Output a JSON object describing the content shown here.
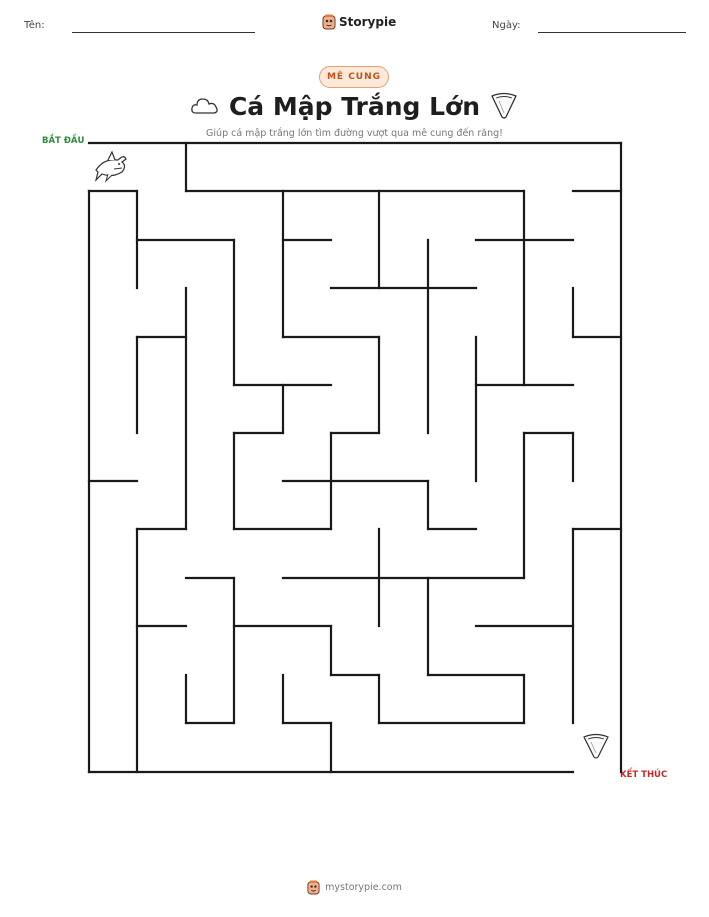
{
  "header": {
    "name_label": "Tên:",
    "date_label": "Ngày:",
    "brand": "Storypie"
  },
  "badge": "MÊ CUNG",
  "title": "Cá Mập Trắng Lớn",
  "subtitle": "Giúp cá mập trắng lớn tìm đường vượt qua mê cung đến răng!",
  "maze": {
    "start_label": "BẮT ĐẦU",
    "end_label": "KẾT THÚC",
    "start_icon": "shark-icon",
    "goal_icon": "shark-tooth-icon",
    "wall_color": "#1a1a1a",
    "walls": [
      [
        89,
        143,
        621,
        143
      ],
      [
        621,
        143,
        621,
        772
      ],
      [
        89,
        772,
        573,
        772
      ],
      [
        89,
        191,
        89,
        772
      ],
      [
        186,
        143,
        186,
        191
      ],
      [
        186,
        191,
        524,
        191
      ],
      [
        573,
        191,
        621,
        191
      ],
      [
        89,
        191,
        137,
        191
      ],
      [
        137,
        191,
        137,
        288
      ],
      [
        137,
        240,
        234,
        240
      ],
      [
        234,
        240,
        234,
        385
      ],
      [
        234,
        385,
        331,
        385
      ],
      [
        283,
        191,
        283,
        337
      ],
      [
        283,
        240,
        331,
        240
      ],
      [
        283,
        337,
        379,
        337
      ],
      [
        379,
        337,
        379,
        433
      ],
      [
        379,
        191,
        379,
        288
      ],
      [
        331,
        288,
        476,
        288
      ],
      [
        428,
        240,
        428,
        433
      ],
      [
        476,
        240,
        573,
        240
      ],
      [
        524,
        191,
        524,
        385
      ],
      [
        476,
        337,
        476,
        481
      ],
      [
        476,
        385,
        573,
        385
      ],
      [
        573,
        288,
        573,
        337
      ],
      [
        573,
        337,
        621,
        337
      ],
      [
        137,
        337,
        186,
        337
      ],
      [
        137,
        337,
        137,
        433
      ],
      [
        186,
        288,
        186,
        529
      ],
      [
        283,
        385,
        283,
        433
      ],
      [
        234,
        433,
        283,
        433
      ],
      [
        234,
        433,
        234,
        529
      ],
      [
        234,
        529,
        331,
        529
      ],
      [
        331,
        433,
        331,
        529
      ],
      [
        331,
        433,
        379,
        433
      ],
      [
        283,
        481,
        428,
        481
      ],
      [
        428,
        481,
        428,
        529
      ],
      [
        428,
        529,
        476,
        529
      ],
      [
        524,
        433,
        573,
        433
      ],
      [
        524,
        433,
        524,
        578
      ],
      [
        573,
        433,
        573,
        481
      ],
      [
        89,
        481,
        137,
        481
      ],
      [
        137,
        529,
        186,
        529
      ],
      [
        137,
        529,
        137,
        772
      ],
      [
        186,
        578,
        234,
        578
      ],
      [
        234,
        578,
        234,
        723
      ],
      [
        137,
        626,
        186,
        626
      ],
      [
        186,
        675,
        186,
        723
      ],
      [
        186,
        723,
        234,
        723
      ],
      [
        283,
        578,
        524,
        578
      ],
      [
        379,
        529,
        379,
        626
      ],
      [
        428,
        578,
        428,
        675
      ],
      [
        428,
        675,
        524,
        675
      ],
      [
        524,
        675,
        524,
        723
      ],
      [
        379,
        723,
        524,
        723
      ],
      [
        379,
        675,
        379,
        723
      ],
      [
        234,
        626,
        331,
        626
      ],
      [
        331,
        626,
        331,
        675
      ],
      [
        331,
        675,
        379,
        675
      ],
      [
        283,
        675,
        283,
        723
      ],
      [
        283,
        723,
        331,
        723
      ],
      [
        331,
        723,
        331,
        772
      ],
      [
        476,
        626,
        573,
        626
      ],
      [
        573,
        529,
        621,
        529
      ],
      [
        573,
        529,
        573,
        723
      ]
    ]
  }
}
